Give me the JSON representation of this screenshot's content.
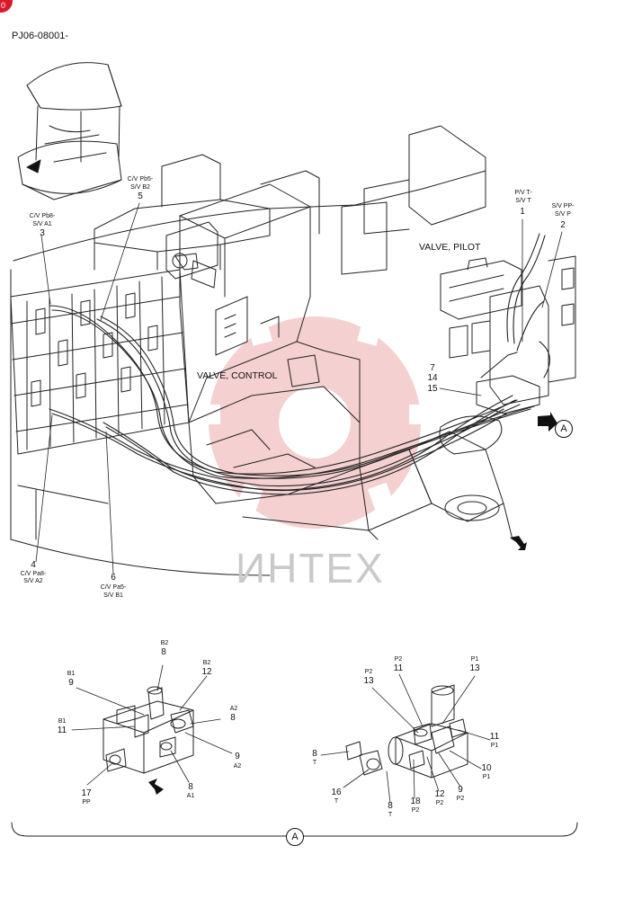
{
  "corner_badge": "0",
  "doc_code": "PJ06-08001-",
  "watermark": "ИНТЕХ",
  "main_labels": {
    "valve_pilot": "VALVE, PILOT",
    "valve_control": "VALVE, CONTROL"
  },
  "callouts": {
    "c1": {
      "top": "P/V T-",
      "mid": "S/V T",
      "num": "1"
    },
    "c2": {
      "top": "S/V PP-",
      "mid": "S/V P",
      "num": "2"
    },
    "c3": {
      "top": "C/V Pb8-",
      "mid": "S/V A1",
      "num": "3"
    },
    "c4": {
      "num": "4",
      "b1": "C/V Pa8-",
      "b2": "S/V A2"
    },
    "c5": {
      "top": "C/V Pb5-",
      "mid": "S/V B2",
      "num": "5"
    },
    "c6": {
      "num": "6",
      "b1": "C/V Pa5-",
      "b2": "S/V B1"
    },
    "stack": [
      "7",
      "14",
      "15"
    ]
  },
  "view_marker": "A",
  "detail_left": [
    {
      "sub": "B2",
      "num": "8"
    },
    {
      "sub": "B2",
      "num": "12"
    },
    {
      "sub": "B1",
      "num": "9"
    },
    {
      "sub": "A2",
      "num": "8"
    },
    {
      "sub": "B1",
      "num": "11"
    },
    {
      "sub": "A2",
      "num": "9"
    },
    {
      "sub": "A1",
      "num": "8"
    },
    {
      "sub": "PP",
      "num": "17"
    }
  ],
  "detail_right": [
    {
      "sub": "P2",
      "num": "13"
    },
    {
      "sub": "P2",
      "num": "11"
    },
    {
      "sub": "P1",
      "num": "13"
    },
    {
      "sub": "P1",
      "num": "11"
    },
    {
      "sub": "P1",
      "num": "10"
    },
    {
      "sub": "T",
      "num": "8"
    },
    {
      "sub": "T",
      "num": "16"
    },
    {
      "sub": "T",
      "num": "8"
    },
    {
      "sub": "P2",
      "num": "18"
    },
    {
      "sub": "P2",
      "num": "12"
    },
    {
      "sub": "P2",
      "num": "9"
    }
  ]
}
